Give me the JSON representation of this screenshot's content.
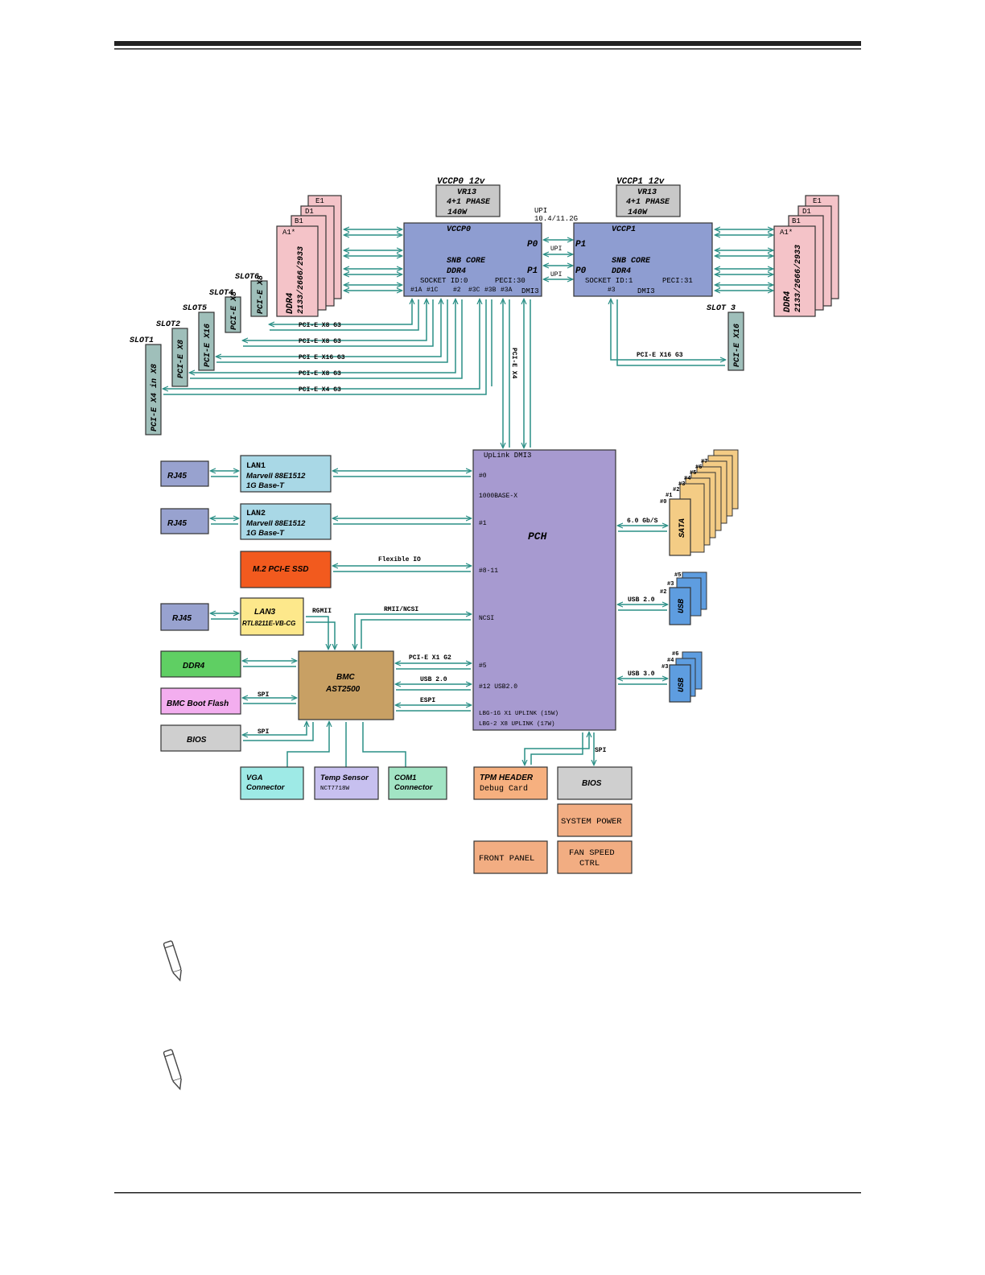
{
  "colors": {
    "cpu": "#8e9dd1",
    "dimm": "#f4c3c8",
    "vr": "#c8c8c8",
    "slot": "#9fbfba",
    "pch": "#a79ad0",
    "rj45": "#98a2cf",
    "lan": "#a9d8e6",
    "m2": "#f25a1e",
    "lan3": "#fde88b",
    "ddr4": "#5fcf63",
    "bootflash": "#f3aeef",
    "bios": "#cfcfcf",
    "bmc": "#c8a064",
    "vga": "#9eeae6",
    "temp": "#c7c0ef",
    "com": "#a2e4c4",
    "tpm": "#f6b07f",
    "sata": "#f4cc85",
    "usb": "#5e9de0",
    "orange": "#f2ad82",
    "line": "#2a8f86"
  },
  "cpu0": {
    "vr_top": "VCCP0   12v",
    "vr_l1": "VR13",
    "vr_l2": "4+1 PHASE",
    "vr_l3": "140W",
    "title": "VCCP0",
    "p0": "P0",
    "p1": "P1",
    "core": "SNB  CORE",
    "ddr": "DDR4",
    "socket": "SOCKET ID:0",
    "peci": "PECI:30",
    "ports": [
      "#1A",
      "#1C",
      "#2",
      "#3C",
      "#3B",
      "#3A"
    ],
    "dmi": "DMI3",
    "dimms": [
      "E1",
      "D1",
      "B1",
      "A1*"
    ],
    "dimm_text": "DDR4",
    "dimm_speed": "2133/2666/2933"
  },
  "cpu1": {
    "vr_top": "VCCP1  12v",
    "vr_l1": "VR13",
    "vr_l2": "4+1 PHASE",
    "vr_l3": "140W",
    "title": "VCCP1",
    "p1": "P1",
    "p0": "P0",
    "core": "SNB  CORE",
    "ddr": "DDR4",
    "socket": "SOCKET ID:1",
    "peci": "PECI:31",
    "port3": "#3",
    "dmi": "DMI3",
    "dimms": [
      "E1",
      "D1",
      "B1",
      "A1*"
    ],
    "dimm_text": "DDR4",
    "dimm_speed": "2133/2666/2933"
  },
  "upi": {
    "label": "UPI",
    "speed": "10.4/11.2G",
    "link1": "UPI",
    "link2": "UPI"
  },
  "slots": {
    "slot1": {
      "name": "SLOT1",
      "text": "PCI-E X4 in X8"
    },
    "slot2": {
      "name": "SLOT2",
      "text": "PCI-E X8"
    },
    "slot5": {
      "name": "SLOT5",
      "text": "PCI-E X16"
    },
    "slot4": {
      "name": "SLOT4",
      "text": "PCI-E X8"
    },
    "slot6": {
      "name": "SLOT6",
      "text": "PCI-E X8"
    },
    "slot3": {
      "name": "SLOT 3",
      "text": "PCI-E X16"
    }
  },
  "buses": [
    "PCI-E X8 G3",
    "PCI-E X8 G3",
    "PCI E X16 G3",
    "PCI-E X8 G3",
    "PCI-E X4 G3"
  ],
  "cpu1_bus": "PCI-E X16 G3",
  "dmi_link": "PCI-E X4",
  "pch": {
    "title": "PCH",
    "uplink": "UpLink  DMI3",
    "ports": [
      "#0",
      "1000BASE-X",
      "#1",
      "#8-11",
      "NCSI",
      "#5",
      "#12 USB2.0",
      "LBG-1G X1 UPLINK (15W)",
      "LBG-2  X8 UPLINK (17W)"
    ]
  },
  "lan1": {
    "rj45": "RJ45",
    "title": "LAN1",
    "chip": "Marvell 88E1512",
    "speed": "1G Base-T"
  },
  "lan2": {
    "rj45": "RJ45",
    "title": "LAN2",
    "chip": "Marvell 88E1512",
    "speed": "1G Base-T"
  },
  "m2": {
    "title": "M.2 PCI-E SSD",
    "link": "Flexible IO"
  },
  "lan3": {
    "rj45": "RJ45",
    "title": "LAN3",
    "chip": "RTL8211E-VB-CG",
    "rgmii": "RGMII",
    "ncsi": "RMII/NCSI"
  },
  "bmc": {
    "title": "BMC",
    "chip": "AST2500",
    "ddr4": "DDR4",
    "bootflash": "BMC Boot Flash",
    "bios": "BIOS",
    "spi1": "SPI",
    "spi2": "SPI",
    "pcie": "PCI-E X1 G2",
    "usb": "USB 2.0",
    "espi": "ESPI"
  },
  "bottom": {
    "vga_l1": "VGA",
    "vga_l2": "Connector",
    "temp_l1": "Temp Sensor",
    "temp_l2": "NCT7718W",
    "com_l1": "COM1",
    "com_l2": "Connector",
    "tpm_l1": "TPM HEADER",
    "tpm_l2": "Debug Card",
    "bios": "BIOS",
    "spi": "SPI",
    "system_power": "SYSTEM POWER",
    "front_panel": "FRONT PANEL",
    "fan_l1": "FAN SPEED",
    "fan_l2": "CTRL"
  },
  "sata": {
    "label": "SATA",
    "speed": "6.0 Gb/S",
    "ports": [
      "#0",
      "#1",
      "#2",
      "#3",
      "#4",
      "#5",
      "#6",
      "#7"
    ]
  },
  "usb_a": {
    "label": "USB",
    "speed": "USB 2.0",
    "ports": [
      "#2",
      "#3",
      "#5"
    ]
  },
  "usb_b": {
    "label": "USB",
    "speed": "USB 3.0",
    "ports": [
      "#3",
      "#4",
      "#6"
    ]
  }
}
